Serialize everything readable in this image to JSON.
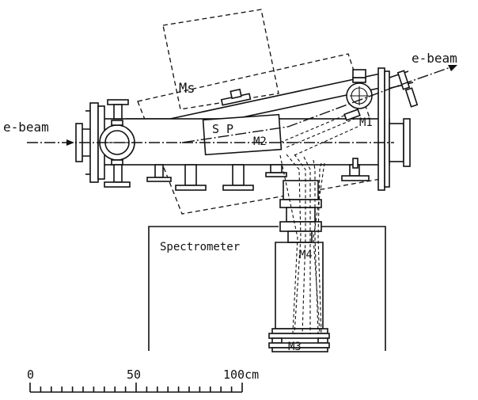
{
  "labels": {
    "beam_in": "e-beam",
    "beam_out": "e-beam",
    "ms": "Ms",
    "sp": "S P",
    "m1": "M1",
    "m2": "M2",
    "m3": "M3",
    "m4": "M4",
    "spectrometer": "Spectrometer"
  },
  "scale": {
    "ticks": [
      "0",
      "50",
      "100cm"
    ]
  },
  "colors": {
    "ink": "#111111",
    "paper": "#ffffff"
  }
}
